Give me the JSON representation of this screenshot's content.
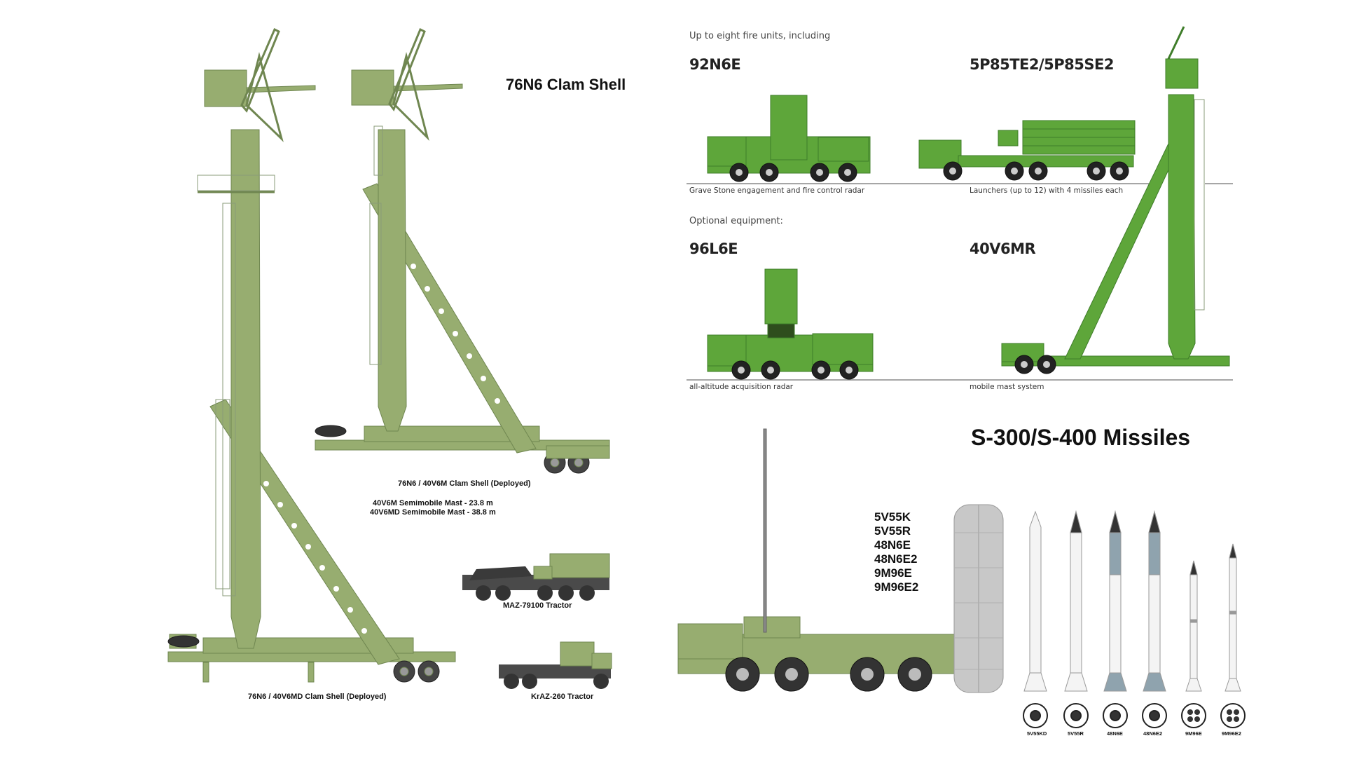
{
  "left_panel": {
    "title": "76N6 Clam Shell",
    "caption_deployed_md": "76N6 / 40V6MD Clam Shell (Deployed)",
    "caption_deployed_m": "76N6 / 40V6M Clam Shell (Deployed)",
    "mast_spec_1": "40V6M Semimobile Mast - 23.8 m",
    "mast_spec_2": "40V6MD Semimobile Mast - 38.8 m",
    "tractor_1": "MAZ-79100 Tractor",
    "tractor_2": "KrAZ-260 Tractor"
  },
  "right_top_panel": {
    "intro": "Up to eight fire units, including",
    "unit_1_name": "92N6E",
    "unit_1_caption": "Grave Stone engagement and fire control radar",
    "unit_2_name": "5P85TE2/5P85SE2",
    "unit_2_caption": "Launchers (up to 12) with 4 missiles each",
    "optional_heading": "Optional equipment:",
    "unit_3_name": "96L6E",
    "unit_3_caption": "all-altitude acquisition radar",
    "unit_4_name": "40V6MR",
    "unit_4_caption": "mobile mast system"
  },
  "missiles_panel": {
    "title": "S-300/S-400 Missiles",
    "list": [
      "5V55K",
      "5V55R",
      "48N6E",
      "48N6E2",
      "9M96E",
      "9M96E2"
    ],
    "cross_section_labels": [
      "5V55KD",
      "5V55R",
      "48N6E",
      "48N6E2",
      "9M96E",
      "9M96E2"
    ]
  },
  "colors": {
    "olive_drab": "#97ad70",
    "bright_green": "#5ea63a",
    "dark_green": "#3f7d2a",
    "missile_gray": "#8fa3ae"
  }
}
